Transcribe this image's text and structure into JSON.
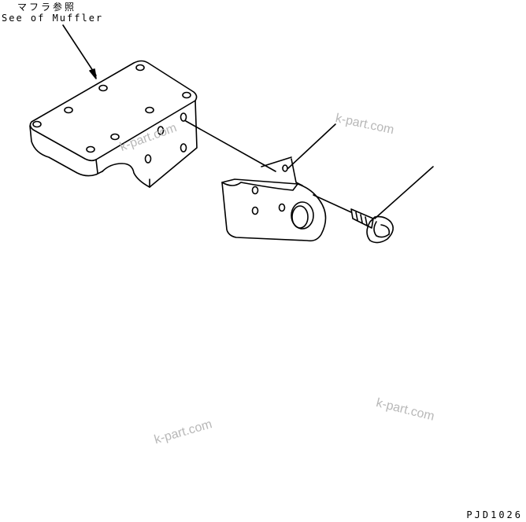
{
  "labels": {
    "jp_ref": "マフラ参照",
    "en_ref": "See of Muffler",
    "code": "PJD1026"
  },
  "watermarks": [
    "k-part.com",
    "k-part.com",
    "k-part.com",
    "k-part.com"
  ]
}
